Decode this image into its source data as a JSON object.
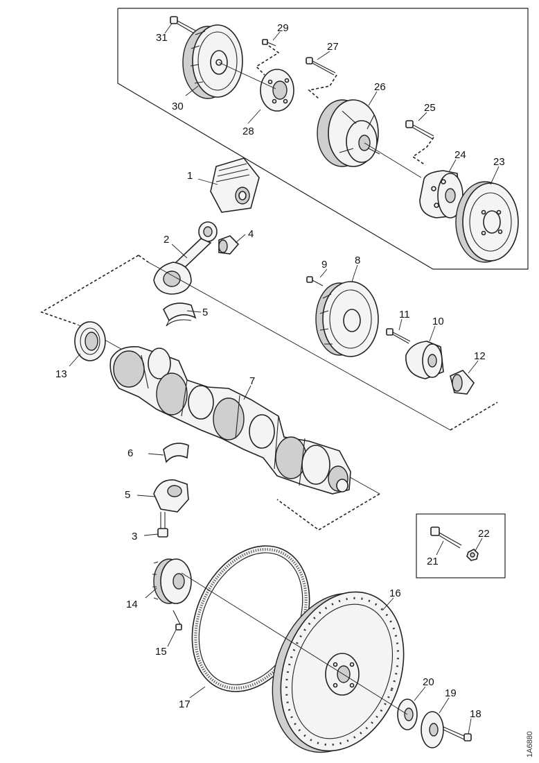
{
  "figure": {
    "reference_code": "1A6880"
  },
  "callouts": [
    {
      "id": "c1",
      "label": "1"
    },
    {
      "id": "c2",
      "label": "2"
    },
    {
      "id": "c3",
      "label": "3"
    },
    {
      "id": "c4",
      "label": "4"
    },
    {
      "id": "c5",
      "label": "5"
    },
    {
      "id": "c5b",
      "label": "5"
    },
    {
      "id": "c6",
      "label": "6"
    },
    {
      "id": "c7",
      "label": "7"
    },
    {
      "id": "c8",
      "label": "8"
    },
    {
      "id": "c9",
      "label": "9"
    },
    {
      "id": "c10",
      "label": "10"
    },
    {
      "id": "c11",
      "label": "11"
    },
    {
      "id": "c12",
      "label": "12"
    },
    {
      "id": "c13",
      "label": "13"
    },
    {
      "id": "c14",
      "label": "14"
    },
    {
      "id": "c15",
      "label": "15"
    },
    {
      "id": "c16",
      "label": "16"
    },
    {
      "id": "c17",
      "label": "17"
    },
    {
      "id": "c18",
      "label": "18"
    },
    {
      "id": "c19",
      "label": "19"
    },
    {
      "id": "c20",
      "label": "20"
    },
    {
      "id": "c21",
      "label": "21"
    },
    {
      "id": "c22",
      "label": "22"
    },
    {
      "id": "c23",
      "label": "23"
    },
    {
      "id": "c24",
      "label": "24"
    },
    {
      "id": "c25",
      "label": "25"
    },
    {
      "id": "c26",
      "label": "26"
    },
    {
      "id": "c27",
      "label": "27"
    },
    {
      "id": "c28",
      "label": "28"
    },
    {
      "id": "c29",
      "label": "29"
    },
    {
      "id": "c30",
      "label": "30"
    },
    {
      "id": "c31",
      "label": "31"
    }
  ]
}
